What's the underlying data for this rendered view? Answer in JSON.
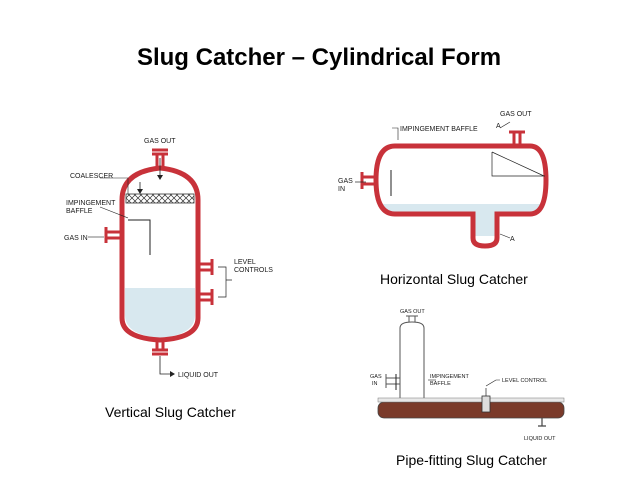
{
  "title": "Slug Catcher – Cylindrical Form",
  "captions": {
    "vertical": "Vertical Slug Catcher",
    "horizontal": "Horizontal Slug Catcher",
    "pipe": "Pipe-fitting Slug Catcher"
  },
  "vertical": {
    "gas_out": "GAS OUT",
    "coalescer": "COALESCER",
    "impingement_1": "IMPINGEMENT",
    "impingement_2": "BAFFLE",
    "gas_in": "GAS IN",
    "level_1": "LEVEL",
    "level_2": "CONTROLS",
    "liquid_out": "LIQUID OUT"
  },
  "horizontal": {
    "impingement": "IMPINGEMENT BAFFLE",
    "gas_out": "GAS OUT",
    "a_top": "A",
    "a_bottom": "A",
    "gas_in_1": "GAS",
    "gas_in_2": "IN"
  },
  "pipe": {
    "gas_out": "GAS OUT",
    "gas_in_1": "GAS",
    "gas_in_2": "IN",
    "impingement_1": "IMPINGEMENT",
    "impingement_2": "BAFFLE",
    "level_control": "LEVEL CONTROL",
    "liquid_out": "LIQUID OUT"
  },
  "colors": {
    "vessel_red": "#c8323a",
    "liquid_fill": "#d8e8ef",
    "pipe_liquid": "#7a3a2a",
    "outline": "#222222"
  }
}
